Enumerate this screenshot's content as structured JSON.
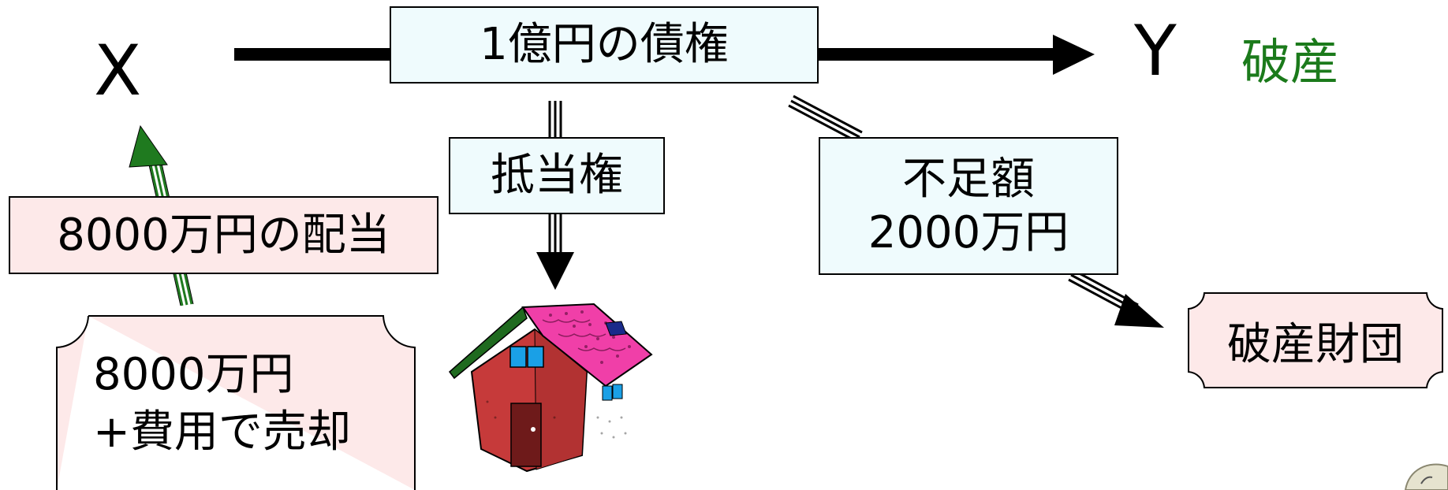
{
  "labels": {
    "x": "X",
    "y": "Y",
    "y_status": "破産"
  },
  "boxes": {
    "claim": "1億円の債権",
    "mortgage": "抵当権",
    "shortfall_line1": "不足額",
    "shortfall_line2": "2000万円",
    "dividend": "8000万円の配当",
    "sale_line1": "8000万円",
    "sale_line2": "+費用で売却",
    "estate": "破産財団"
  },
  "colors": {
    "y_status": "#1b7a1b",
    "green_arrow": "#1f7a1f",
    "box_cyan": "#effbfd",
    "box_pink": "#fde9e9",
    "house_wall": "#c63a3a",
    "house_roof": "#f03fa8",
    "house_window": "#1aa0e6"
  },
  "icons": [
    "house-icon",
    "page-curl-icon"
  ]
}
